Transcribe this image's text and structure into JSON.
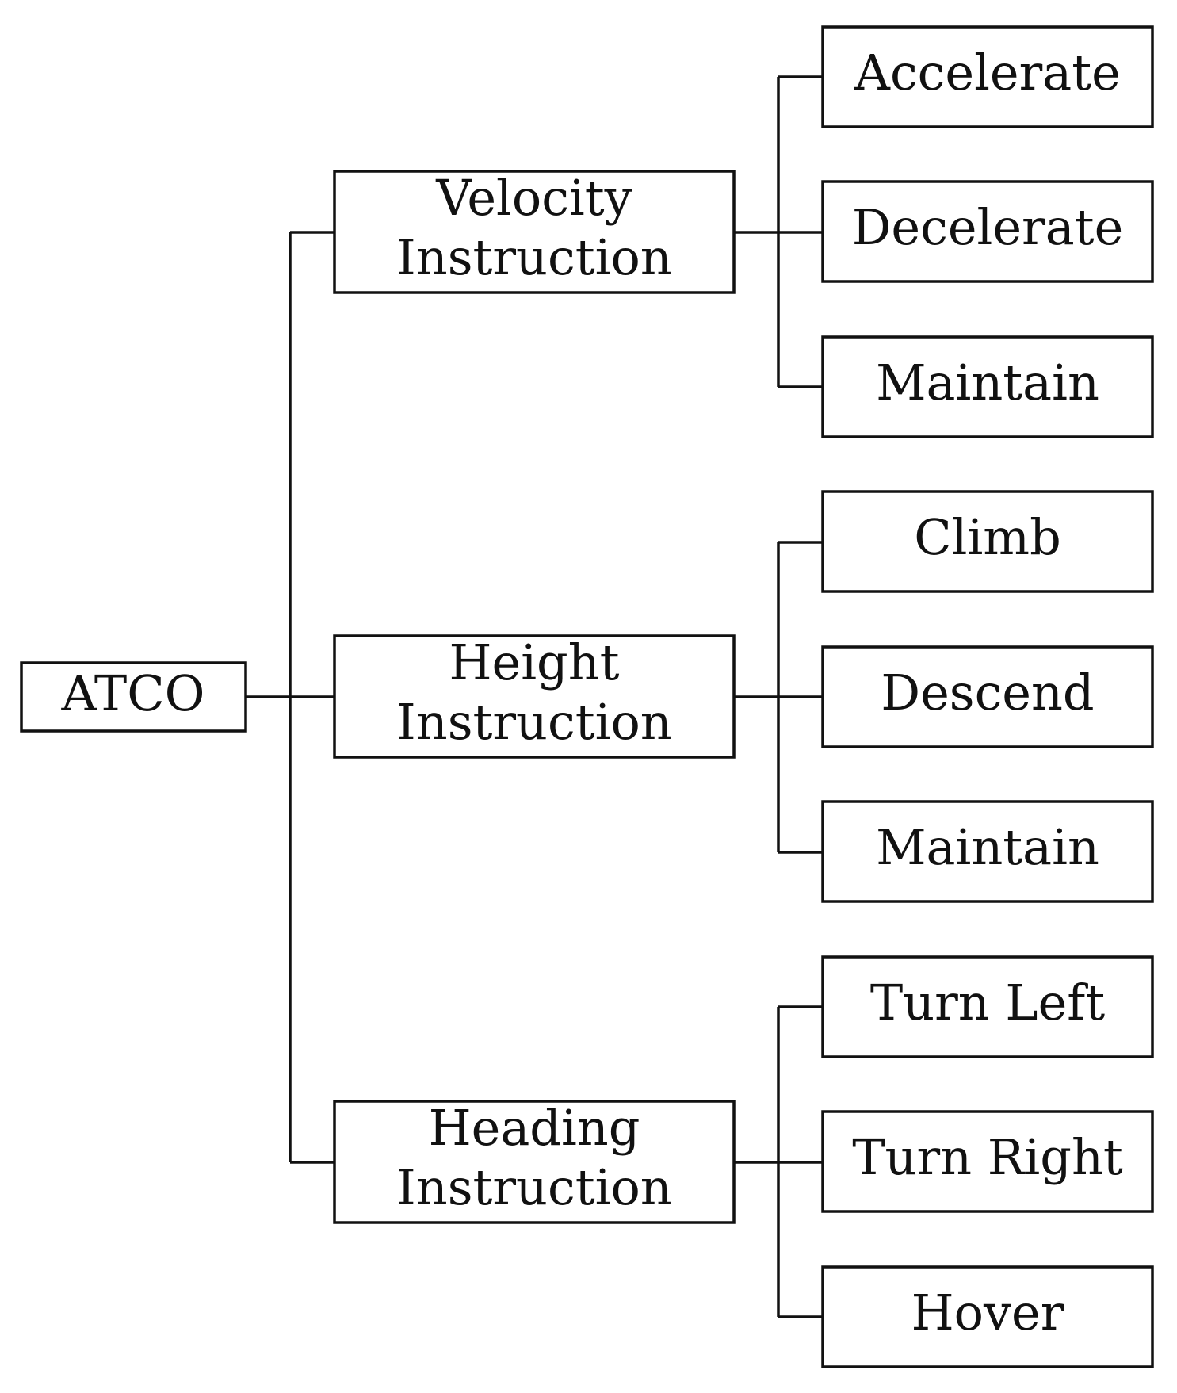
{
  "root": {
    "label": "ATCO"
  },
  "groups": [
    {
      "lines": [
        "Velocity",
        "Instruction"
      ],
      "children": [
        "Accelerate",
        "Decelerate",
        "Maintain"
      ]
    },
    {
      "lines": [
        "Height",
        "Instruction"
      ],
      "children": [
        "Climb",
        "Descend",
        "Maintain"
      ]
    },
    {
      "lines": [
        "Heading",
        "Instruction"
      ],
      "children": [
        "Turn Left",
        "Turn Right",
        "Hover"
      ]
    }
  ]
}
